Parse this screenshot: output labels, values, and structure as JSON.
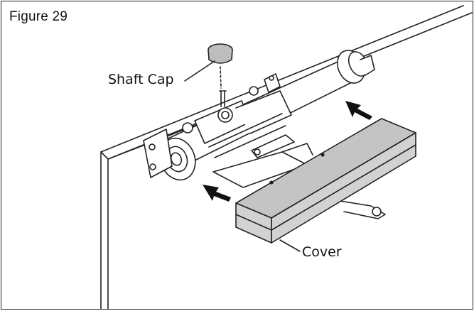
{
  "figure": {
    "title": "Figure 29"
  },
  "labels": {
    "shaft_cap": "Shaft Cap",
    "cover": "Cover"
  },
  "colors": {
    "outline": "#222222",
    "cover_fill": "#d2d2d2",
    "cover_top": "#c4c4c4",
    "cap_fill": "#bdbdbd",
    "background": "#ffffff"
  },
  "icons": [
    "arrow-icon",
    "arrow-icon"
  ]
}
